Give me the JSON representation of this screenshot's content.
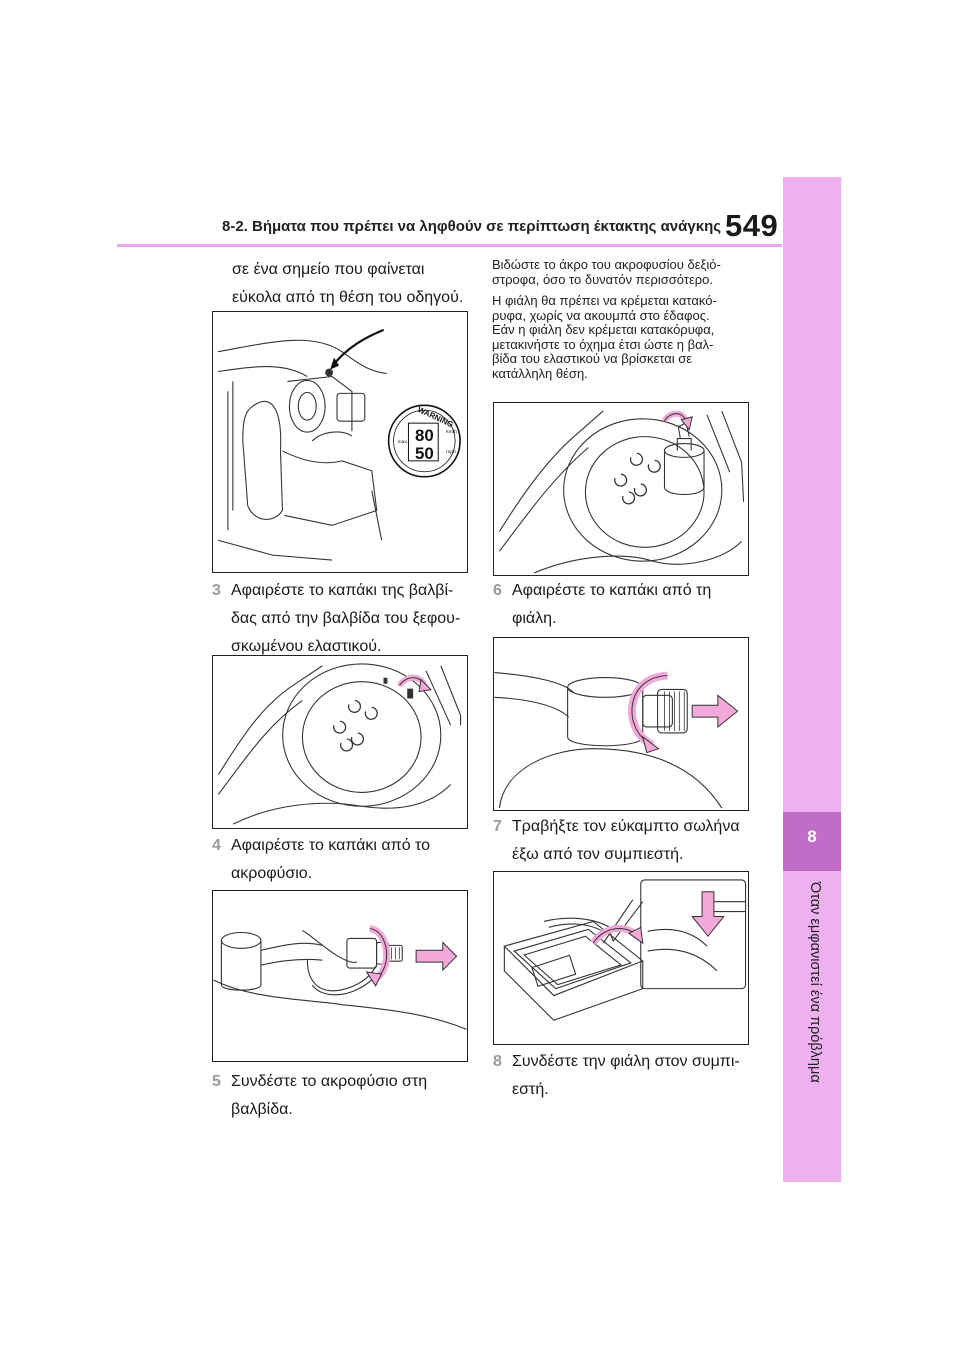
{
  "header": {
    "section_title": "8-2. Βήματα που πρέπει να ληφθούν σε περίπτωση έκτακτης ανάγκης",
    "page_number": "549"
  },
  "side_tab": {
    "chapter_number": "8",
    "chapter_title": "Όταν εμφανιστεί ένα πρόβλημα"
  },
  "lead_text": {
    "line1": "σε ένα σημείο που φαίνεται",
    "line2": "εύκολα από τη θέση του οδηγού."
  },
  "warning_sticker": {
    "label": "WARNING",
    "speed_kmh": "80",
    "speed_mph": "50",
    "unit_kmh": "km/h",
    "unit_mph": "mph",
    "max": "max."
  },
  "steps": [
    {
      "number": "3",
      "lines": [
        "Αφαιρέστε το καπάκι της βαλβί-",
        "δας από την βαλβίδα του ξεφου-",
        "σκωμένου ελαστικού."
      ]
    },
    {
      "number": "4",
      "lines": [
        "Αφαιρέστε το καπάκι από το",
        "ακροφύσιο."
      ]
    },
    {
      "number": "5",
      "lines": [
        "Συνδέστε το ακροφύσιο στη",
        "βαλβίδα."
      ]
    },
    {
      "number": "6",
      "lines": [
        "Αφαιρέστε το καπάκι από τη",
        "φιάλη."
      ]
    },
    {
      "number": "7",
      "lines": [
        "Τραβήξτε τον εύκαμπτο σωλήνα",
        "έξω από τον συμπιεστή."
      ]
    },
    {
      "number": "8",
      "lines": [
        "Συνδέστε την φιάλη στον συμπι-",
        "εστή."
      ]
    }
  ],
  "notes": {
    "tighten": [
      "Βιδώστε το άκρο του ακροφυσίου δεξιό-",
      "στροφα, όσο το δυνατόν περισσότερο."
    ],
    "hang": [
      "Η φιάλη θα πρέπει να κρέμεται κατακό-",
      "ρυφα, χωρίς να ακουμπά στο έδαφος.",
      "Εάν η φιάλη δεν κρέμεται κατακόρυφα,",
      "μετακινήστε το όχημα έτσι ώστε η βαλ-",
      "βίδα του ελαστικού να βρίσκεται σε",
      "κατάλληλη θέση."
    ]
  },
  "colors": {
    "accent_pink": "#efb0f2",
    "accent_purple": "#bf6dc6",
    "arrow_pink": "#f2a8d8"
  }
}
